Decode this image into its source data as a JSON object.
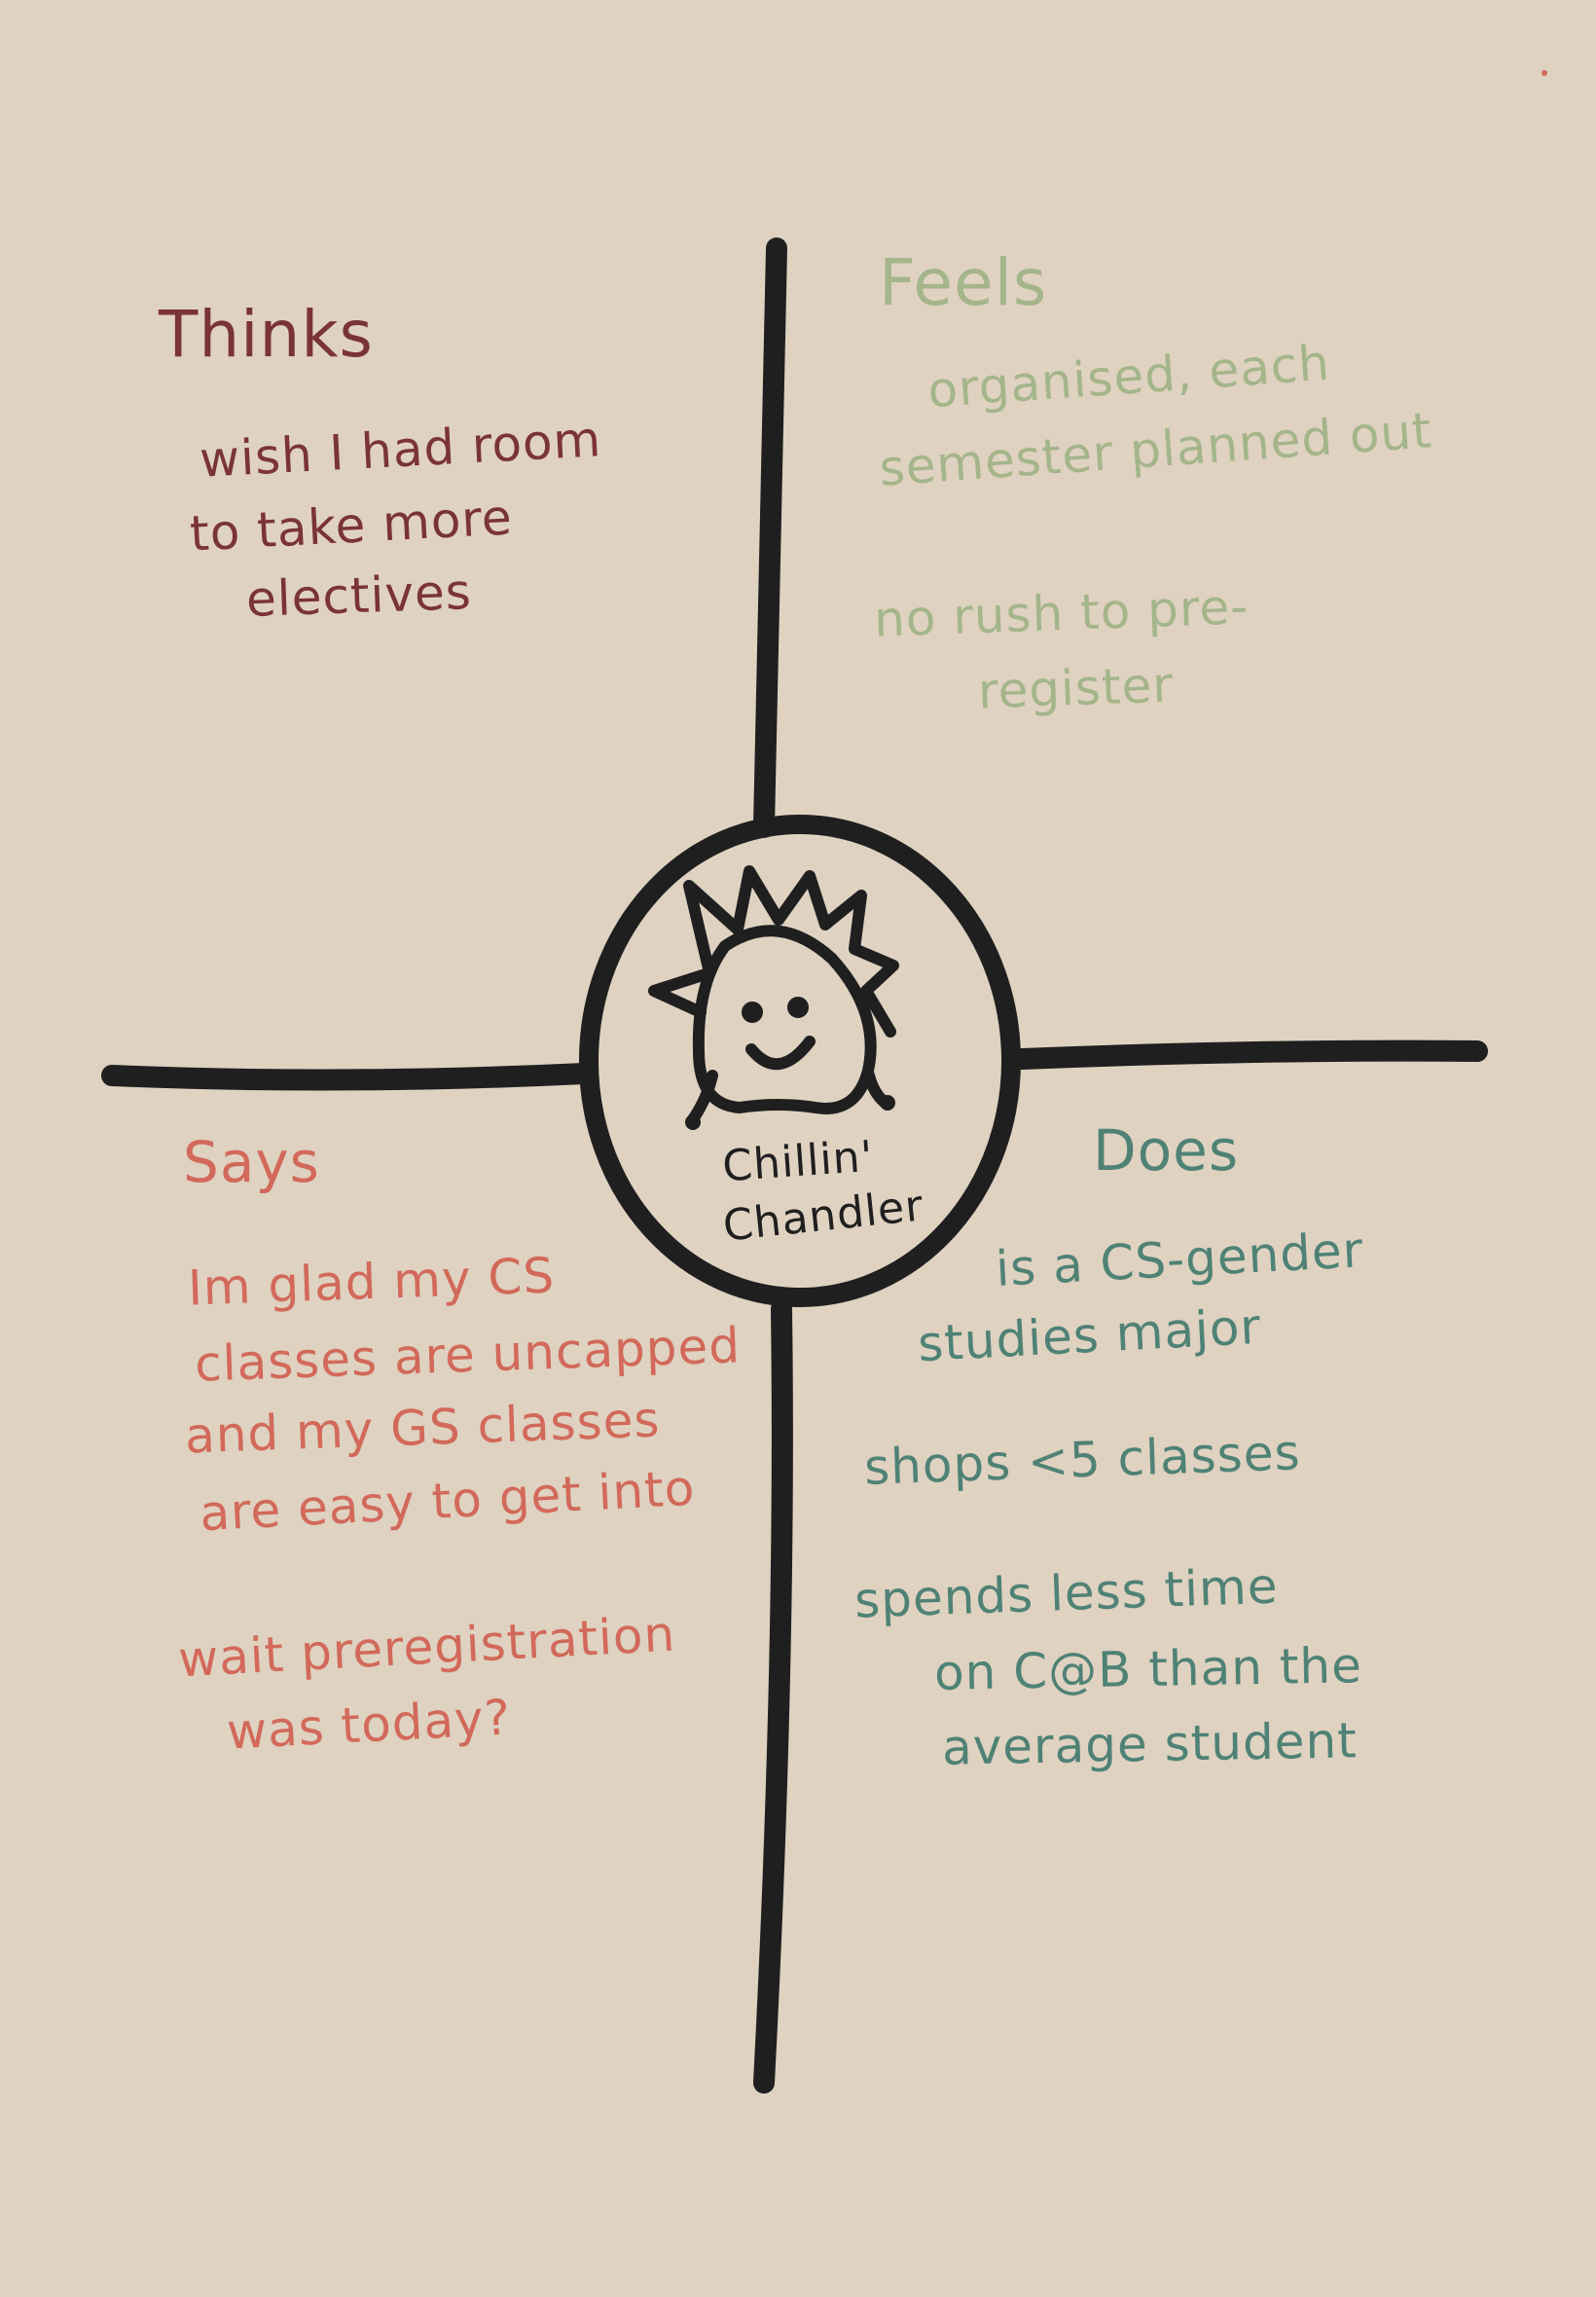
{
  "colors": {
    "background": "#dfd2c1",
    "ink": "#1f1f1f",
    "thinks": "#7a3434",
    "feels": "#a4b58a",
    "says": "#d2695a",
    "does": "#4f8275"
  },
  "center": {
    "line1": "Chillin'",
    "line2": "Chandler"
  },
  "thinks": {
    "heading": "Thinks",
    "lines": [
      "wish I had room",
      "to take more",
      "electives"
    ]
  },
  "feels": {
    "heading": "Feels",
    "lines": [
      "organised, each",
      "semester planned out",
      "no rush to pre-",
      "register"
    ]
  },
  "says": {
    "heading": "Says",
    "lines": [
      "Im glad my CS",
      "classes are uncapped",
      "and my GS classes",
      "are easy to get into",
      "wait preregistration",
      "was today?"
    ]
  },
  "does": {
    "heading": "Does",
    "lines": [
      "is a CS-gender",
      "studies major",
      "shops <5 classes",
      "spends less time",
      "on C@B than the",
      "average student"
    ]
  }
}
